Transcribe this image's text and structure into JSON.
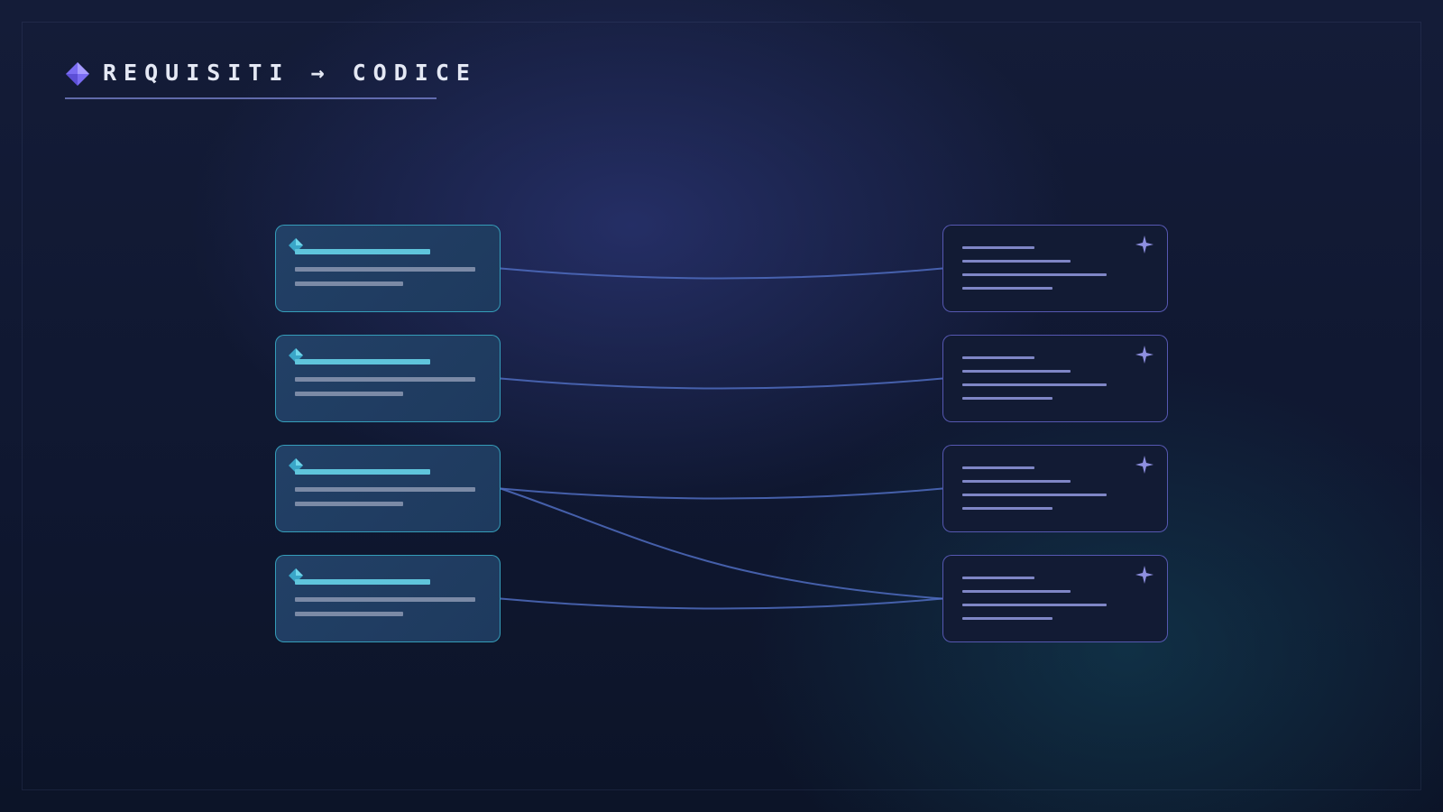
{
  "title": "REQUISITI → CODICE",
  "icons": {
    "title": "diamond-gem-icon",
    "requirement": "diamond-gem-icon",
    "code": "sparkle-icon"
  },
  "colors": {
    "requirement_accent": "#5fc5dc",
    "code_accent": "#7f86c6",
    "link": "#4f6cc0",
    "title_gem": "#8a7cff"
  },
  "requirements": [
    {
      "id": "req-1"
    },
    {
      "id": "req-2"
    },
    {
      "id": "req-3"
    },
    {
      "id": "req-4"
    }
  ],
  "code_blocks": [
    {
      "id": "code-1"
    },
    {
      "id": "code-2"
    },
    {
      "id": "code-3"
    },
    {
      "id": "code-4"
    }
  ],
  "links": [
    {
      "from": 0,
      "to": 0
    },
    {
      "from": 1,
      "to": 1
    },
    {
      "from": 2,
      "to": 2
    },
    {
      "from": 2,
      "to": 3
    },
    {
      "from": 3,
      "to": 3
    }
  ]
}
